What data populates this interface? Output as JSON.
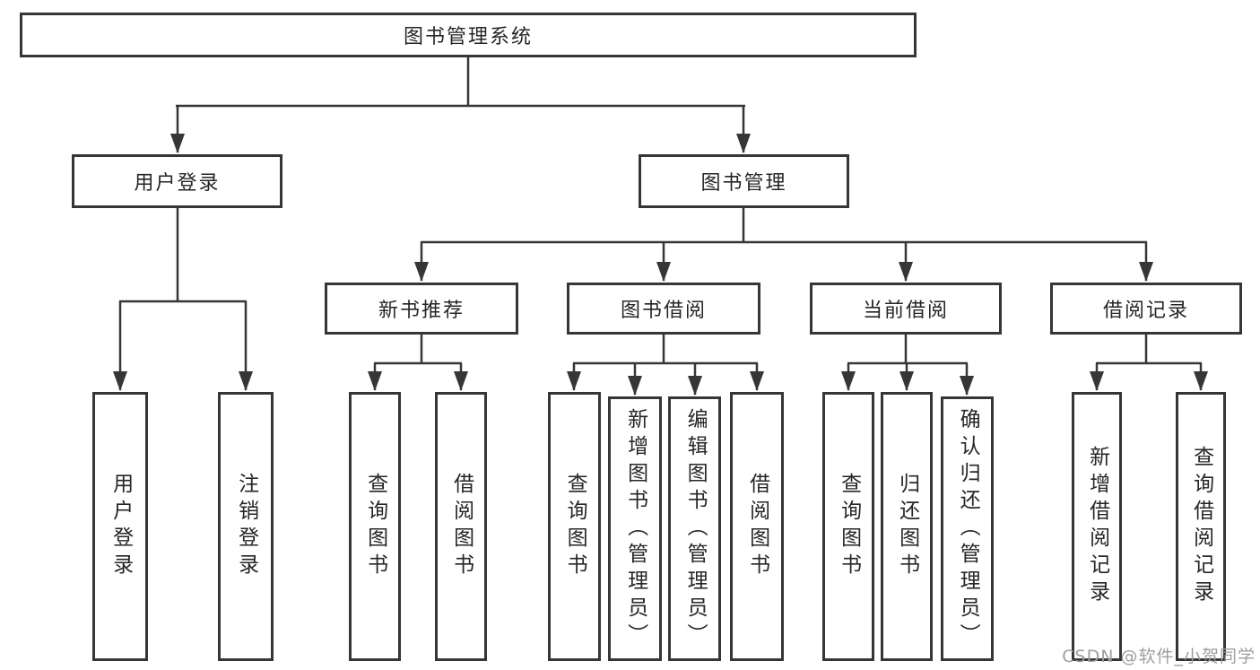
{
  "tree": {
    "root": {
      "label": "图书管理系统"
    },
    "branches": [
      {
        "label": "用户登录",
        "children": [
          {
            "label": "用户登录"
          },
          {
            "label": "注销登录"
          }
        ]
      },
      {
        "label": "图书管理",
        "children": [
          {
            "label": "新书推荐",
            "children": [
              {
                "label": "查询图书"
              },
              {
                "label": "借阅图书"
              }
            ]
          },
          {
            "label": "图书借阅",
            "children": [
              {
                "label": "查询图书"
              },
              {
                "label": "新增图书（管理员）"
              },
              {
                "label": "编辑图书（管理员）"
              },
              {
                "label": "借阅图书"
              }
            ]
          },
          {
            "label": "当前借阅",
            "children": [
              {
                "label": "查询图书"
              },
              {
                "label": "归还图书"
              },
              {
                "label": "确认归还（管理员）"
              }
            ]
          },
          {
            "label": "借阅记录",
            "children": [
              {
                "label": "新增借阅记录"
              },
              {
                "label": "查询借阅记录"
              }
            ]
          }
        ]
      }
    ]
  },
  "watermark": "CSDN @软件_小贺同学",
  "colors": {
    "line": "#363636",
    "box_border": "#363636",
    "text": "#262626",
    "watermark": "#9e9e9e",
    "background": "#ffffff"
  }
}
